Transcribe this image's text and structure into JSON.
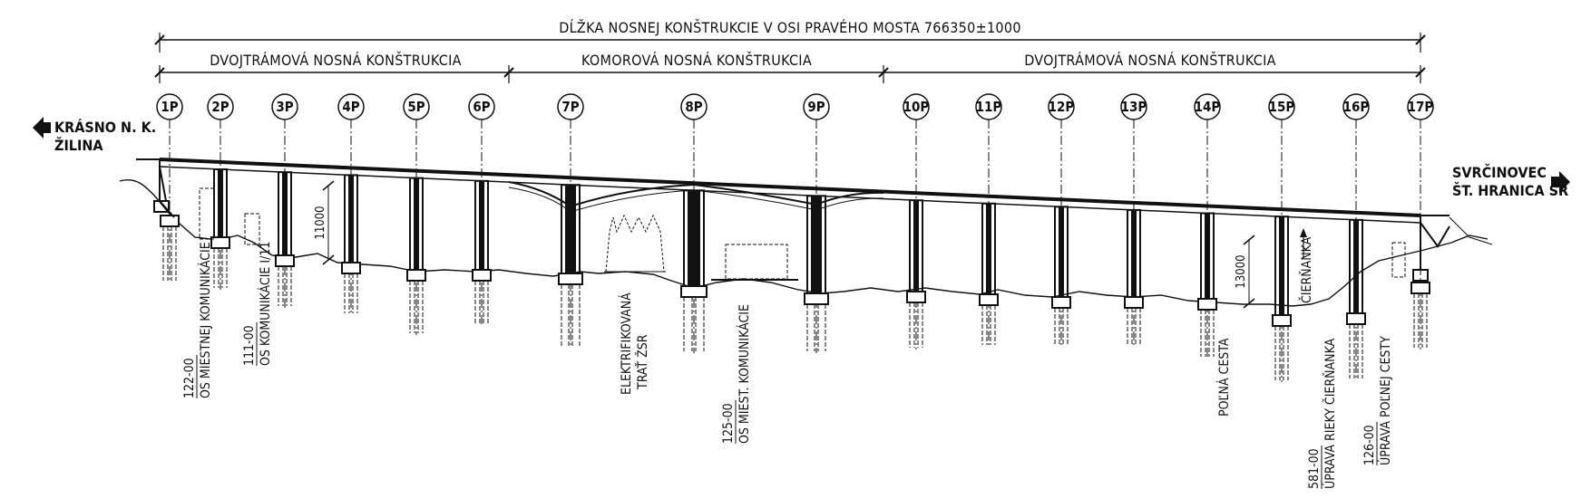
{
  "title": {
    "total_length": "DĹŽKA NOSNEJ KONŠTRUKCIE V OSI PRAVÉHO MOSTA 766350±1000",
    "segments": [
      "DVOJTRÁMOVÁ NOSNÁ KONŠTRUKCIA",
      "KOMOROVÁ NOSNÁ KONŠTRUKCIA",
      "DVOJTRÁMOVÁ NOSNÁ KONŠTRUKCIA"
    ]
  },
  "ends": {
    "left": {
      "line1": "KRÁSNO N. K.",
      "line2": "ŽILINA",
      "icon": "arrow-left-icon"
    },
    "right": {
      "line1": "SVRČINOVEC",
      "line2": "ŠT. HRANICA SR",
      "icon": "arrow-right-icon"
    }
  },
  "piers": [
    "1P",
    "2P",
    "3P",
    "4P",
    "5P",
    "6P",
    "7P",
    "8P",
    "9P",
    "10P",
    "11P",
    "12P",
    "13P",
    "14P",
    "15P",
    "16P",
    "17P"
  ],
  "dimensions": {
    "left_height": "11000",
    "right_height": "13000"
  },
  "crossings": [
    {
      "station": "122-00",
      "label": "OS MIESTNEJ KOMUNIKÁCIE"
    },
    {
      "station": "111-00",
      "label": "OS KOMUNIKÁCIE I/11"
    },
    {
      "station": "",
      "line1": "ELEKTRIFIKOVANÁ",
      "line2": "TRAŤ ŽSR"
    },
    {
      "station": "125-00",
      "label": "OS MIEST. KOMUNIKÁCIE"
    },
    {
      "station": "",
      "label": "POĽNÁ CESTA"
    },
    {
      "station": "581-00",
      "label": "ÚPRAVA RIEKY ČIERŇANKA"
    },
    {
      "station": "126-00",
      "label": "ÚPRAVA POĽNEJ CESTY"
    },
    {
      "station": "",
      "label": "ČIERŇANKA"
    }
  ]
}
